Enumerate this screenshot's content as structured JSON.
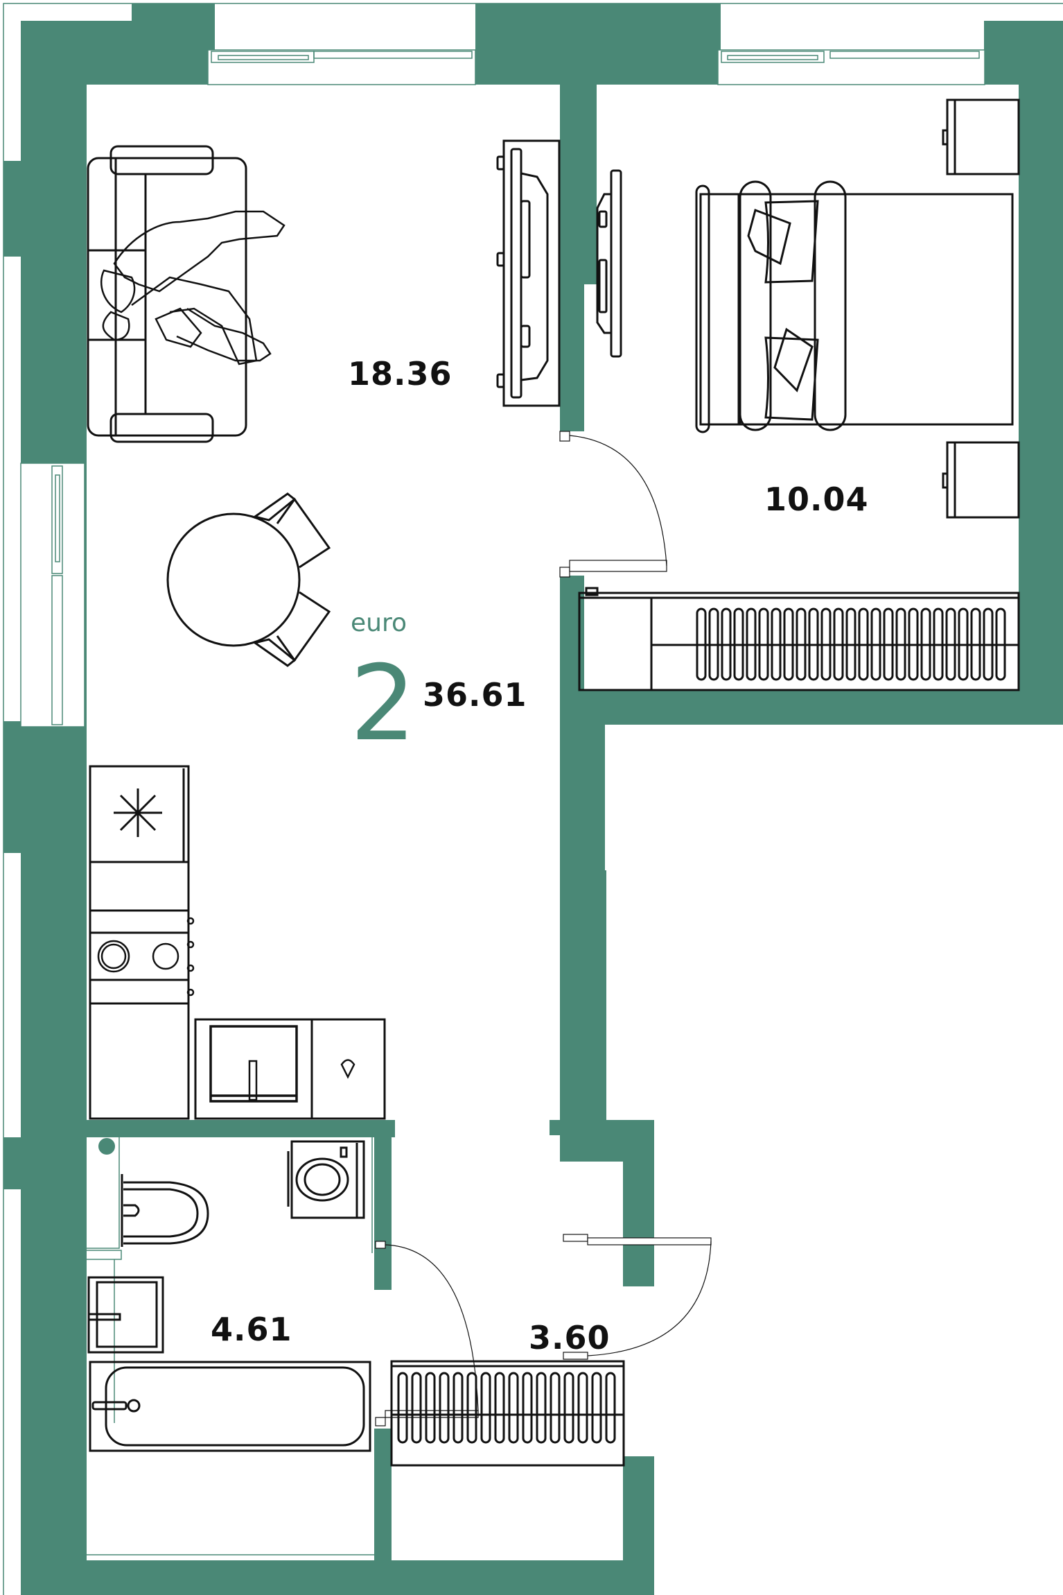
{
  "plan": {
    "type_label": "euro",
    "rooms_count": "2",
    "total_area": "36.61",
    "colors": {
      "wall": "#4a8876",
      "furniture_stroke": "#111111",
      "background": "#ffffff",
      "accent_text": "#4a8876"
    }
  },
  "rooms": [
    {
      "id": "living-kitchen",
      "area": "18.36"
    },
    {
      "id": "bedroom",
      "area": "10.04"
    },
    {
      "id": "bathroom",
      "area": "4.61"
    },
    {
      "id": "hallway",
      "area": "3.60"
    }
  ],
  "icons": {
    "freezer": "snowflake-icon",
    "sink": "sink-icon",
    "stove": "stove-icon",
    "tv": "tv-icon",
    "bed": "bed-icon",
    "sofa": "sofa-icon",
    "table": "dining-table-icon",
    "toilet": "toilet-icon",
    "washer": "washing-machine-icon",
    "bathtub": "bathtub-icon",
    "wardrobe": "wardrobe-icon"
  }
}
